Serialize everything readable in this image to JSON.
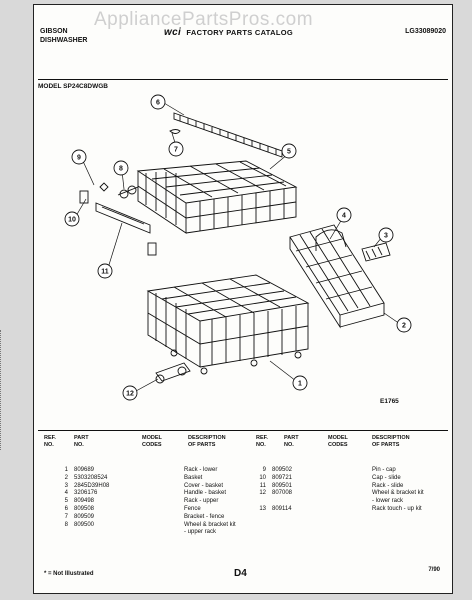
{
  "watermark": "AppliancePartsPros.com",
  "header": {
    "brand": "GIBSON",
    "product": "DISHWASHER",
    "logo": "wci",
    "catalog": "FACTORY PARTS CATALOG",
    "doc_number": "LG33089020"
  },
  "model": "MODEL SP24C8DWGB",
  "figure_number": "E1765",
  "callouts": [
    "1",
    "2",
    "3",
    "4",
    "5",
    "6",
    "7",
    "8",
    "9",
    "10",
    "11",
    "12"
  ],
  "table": {
    "headers": {
      "ref": "REF.\nNO.",
      "part": "PART\nNO.",
      "model_codes": "MODEL\nCODES",
      "description": "DESCRIPTION\nOF PARTS"
    },
    "left_rows": [
      {
        "ref": "1",
        "part": "809689",
        "desc": "Rack - lower"
      },
      {
        "ref": "2",
        "part": "5303208524",
        "desc": "Basket"
      },
      {
        "ref": "3",
        "part": "2845D39H08",
        "desc": "Cover - basket"
      },
      {
        "ref": "4",
        "part": "3206176",
        "desc": "Handle - basket"
      },
      {
        "ref": "5",
        "part": "809498",
        "desc": "Rack - upper"
      },
      {
        "ref": "6",
        "part": "809508",
        "desc": "Fence"
      },
      {
        "ref": "7",
        "part": "809509",
        "desc": "Bracket - fence"
      },
      {
        "ref": "8",
        "part": "809500",
        "desc": "Wheel & bracket kit"
      },
      {
        "ref": "",
        "part": "",
        "desc": "- upper rack"
      }
    ],
    "right_rows": [
      {
        "ref": "9",
        "part": "809502",
        "desc": "Pin - cap"
      },
      {
        "ref": "10",
        "part": "809721",
        "desc": "Cap - slide"
      },
      {
        "ref": "11",
        "part": "809501",
        "desc": "Rack - slide"
      },
      {
        "ref": "12",
        "part": "807008",
        "desc": "Wheel & bracket kit"
      },
      {
        "ref": "",
        "part": "",
        "desc": "- lower rack"
      },
      {
        "ref": "13",
        "part": "809114",
        "desc": "Rack touch - up kit"
      }
    ]
  },
  "footer": {
    "note": "* = Not Illustrated",
    "page": "D4",
    "date": "7/90"
  }
}
